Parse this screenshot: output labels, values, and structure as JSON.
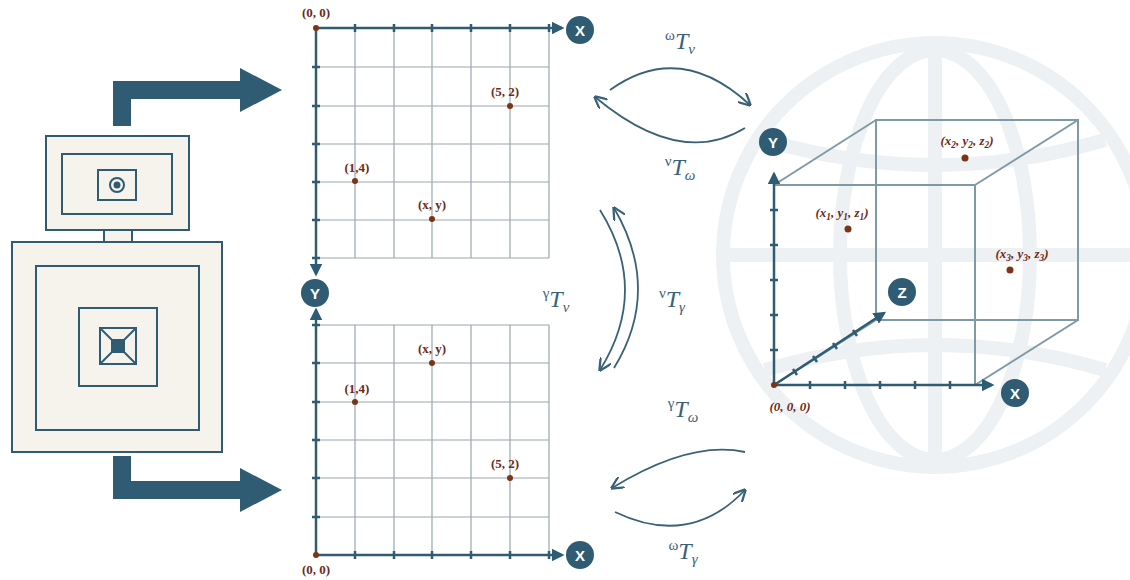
{
  "diagram": {
    "nodes": [
      {
        "text": [
          "(0, 0)",
          "(5, 2)",
          "(1,4)",
          "(x, y)"
        ]
      },
      {
        "text": [
          "X"
        ],
        "in": 0
      },
      {
        "text": [
          "Y"
        ]
      },
      {
        "text": [
          "(x, y)",
          "(1,4)",
          "(5, 2)",
          "(0, 0)"
        ]
      },
      {
        "text": [
          "X"
        ],
        "in": 3
      },
      {
        "text": [
          "(x1, y1, z1)",
          "(x2, y2, z2)",
          "(x3, y3, z3)",
          "(0, 0, 0)"
        ]
      },
      {
        "text": [
          "Y"
        ],
        "in": 5
      },
      {
        "text": [
          "Z"
        ],
        "in": 5
      },
      {
        "text": [
          "X"
        ],
        "in": 5
      }
    ],
    "edges": [
      {
        "from": 0,
        "to": 5,
        "arrow": "to",
        "label": "ωTν"
      },
      {
        "from": 5,
        "to": 0,
        "arrow": "to",
        "label": "νTω"
      },
      {
        "from": 0,
        "to": 3,
        "arrow": "to",
        "label": "γTν"
      },
      {
        "from": 3,
        "to": 0,
        "arrow": "to",
        "label": "νTγ"
      },
      {
        "from": 5,
        "to": 3,
        "arrow": "to",
        "label": "γTω"
      },
      {
        "from": 3,
        "to": 5,
        "arrow": "to",
        "label": "ωTγ"
      }
    ]
  }
}
